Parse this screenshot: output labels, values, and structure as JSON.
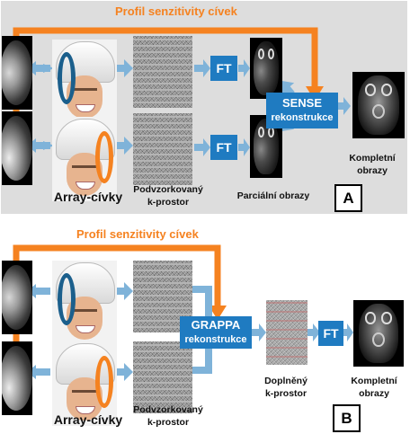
{
  "colors": {
    "orange": "#f58220",
    "blue": "#1f7bc1",
    "light_blue": "#7fb3d9",
    "panel_bg": "#dddddd"
  },
  "panel_a": {
    "sensitivity_label": "Profil senzitivity cívek",
    "ft_label": "FT",
    "ft_label_2": "FT",
    "recon_title": "SENSE",
    "recon_subtitle": "rekonstrukce",
    "coils_label": "Array-cívky",
    "kspace_label_1": "Podvzorkovaný",
    "kspace_label_2": "k-prostor",
    "partial_label": "Parciální obrazy",
    "complete_label_1": "Kompletní",
    "complete_label_2": "obrazy",
    "panel_letter": "A"
  },
  "panel_b": {
    "sensitivity_label": "Profil senzitivity cívek",
    "recon_title": "GRAPPA",
    "recon_subtitle": "rekonstrukce",
    "ft_label": "FT",
    "coils_label": "Array-cívky",
    "kspace_label_1": "Podvzorkovaný",
    "kspace_label_2": "k-prostor",
    "filled_label_1": "Doplněný",
    "filled_label_2": "k-prostor",
    "complete_label_1": "Kompletní",
    "complete_label_2": "obrazy",
    "panel_letter": "B"
  }
}
